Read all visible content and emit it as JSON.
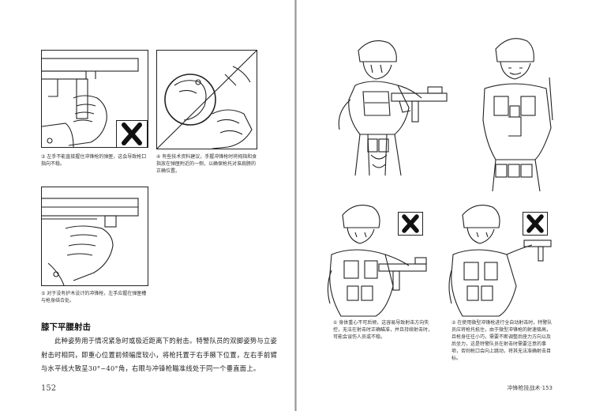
{
  "left_page": {
    "captions": {
      "c1": "③ 左手不能直接握住冲锋枪的弹匣，这会导致枪口指向不稳。",
      "c2": "④ 有些技术资料建议，手握冲锋枪时将拇指和食指放在弹匣附近的一侧，以确保枪托对准肩膀的正确位置。",
      "c3": "⑤ 对于没有护木设计的冲锋枪，左手应握在弹匣槽与枪身结合处。"
    },
    "section_title": "膝下平腰射击",
    "body": "此种姿势用于情况紧急时或极近距离下的射击。特警队员的双脚姿势与立姿射击时相同，即重心位置前倾幅度较小，将枪托置于右手腋下位置，左右手前臂与水平线大致呈30°~40°角，右眼与冲锋枪瞄准线处于同一个垂直面上。",
    "page_number": "152"
  },
  "right_page": {
    "captions": {
      "c4": "① 身体重心不可后倾，这容易导致射击方向失控，无法在射击时正确瞄准，并且持续射击时，可能会误伤人员或不稳。",
      "c5": "② 在使用微型冲锋枪进行全自动射击时，特警队员应将枪托抵住，由于微型冲锋枪的射速极高，且枪身往往小巧，需要不断调整后座力方向以及后坐力，这是特警队员在射击时需要注意的事项，否则枪口会向上跳动，将其无法准确射击目标。"
    },
    "running_header": "冲锋枪技战术·153"
  },
  "icons": [
    "x-mark-icon"
  ]
}
